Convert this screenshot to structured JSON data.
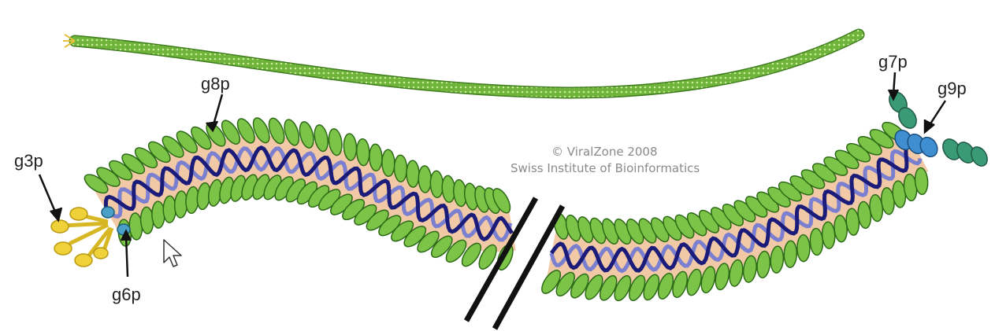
{
  "labels": {
    "g3p": "g3p",
    "g6p": "g6p",
    "g7p": "g7p",
    "g8p": "g8p",
    "g9p": "g9p"
  },
  "credit": {
    "line1": "© ViralZone 2008",
    "line2": "Swiss Institute of Bioinformatics"
  },
  "colors": {
    "coat_protein": "#7cc447",
    "coat_outline": "#2d6a17",
    "core": "#f2c9a6",
    "dna_dark": "#1b1b7a",
    "dna_light": "#7a7fd0",
    "g3p": "#efd23a",
    "g6p": "#4aa0c8",
    "g7p": "#3a9a78",
    "g9p": "#3f8fd0",
    "filament": "#5f9e2f"
  },
  "icons": [
    "mouse-pointer-icon"
  ]
}
